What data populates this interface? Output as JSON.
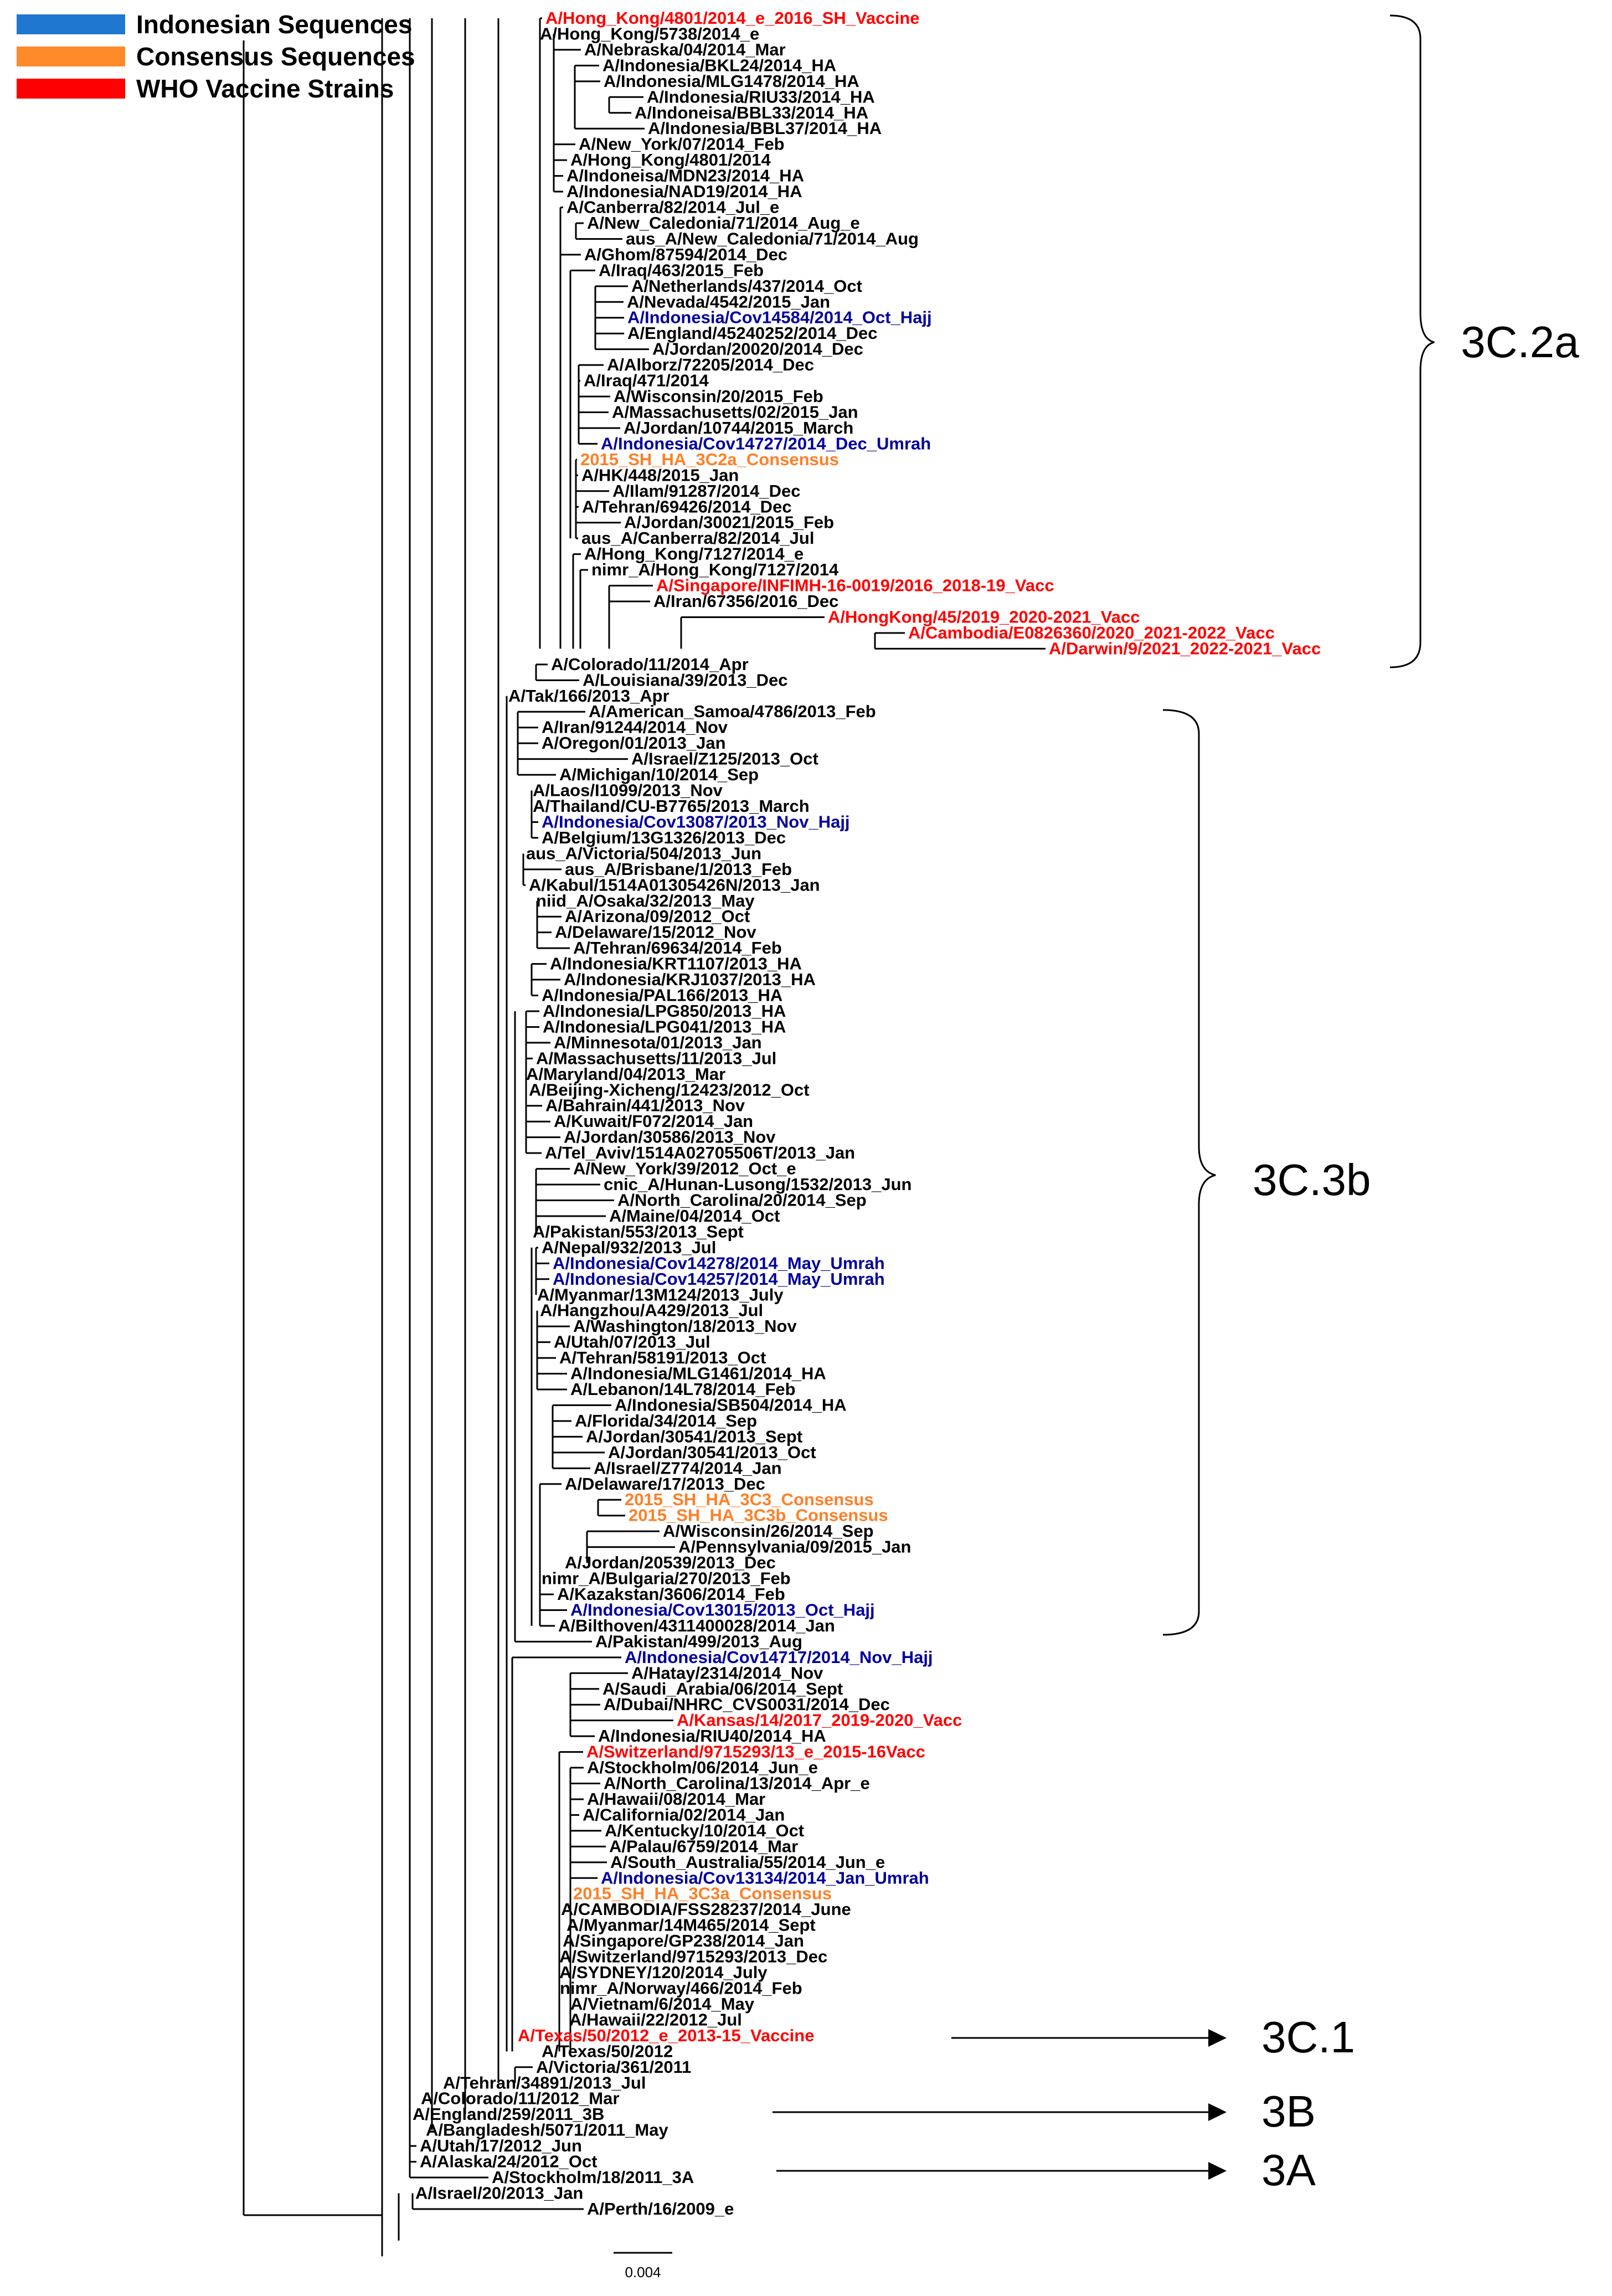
{
  "legend": [
    {
      "label": "Indonesian Sequences",
      "color": "#1f77d0"
    },
    {
      "label": "Consensus Sequences",
      "color": "#ff8a2a"
    },
    {
      "label": "WHO Vaccine Strains",
      "color": "#ff0000"
    }
  ],
  "label_colors": {
    "b": "#000000",
    "i": "#00009c",
    "c": "#ff7f27",
    "v": "#ff0000"
  },
  "clades": [
    {
      "label": "3C.2a",
      "marker": "brace"
    },
    {
      "label": "3C.3b",
      "marker": "brace"
    },
    {
      "label": "3C.1",
      "marker": "arrow"
    },
    {
      "label": "3B",
      "marker": "arrow"
    },
    {
      "label": "3A",
      "marker": "arrow"
    }
  ],
  "scale_bar": {
    "label": "0.004"
  },
  "taxa": [
    {
      "name": "A/Hong_Kong/4801/2014_e_2016_SH_Vaccine",
      "cat": "v"
    },
    {
      "name": "A/Hong_Kong/5738/2014_e",
      "cat": "b"
    },
    {
      "name": "A/Nebraska/04/2014_Mar",
      "cat": "b"
    },
    {
      "name": "A/Indonesia/BKL24/2014_HA",
      "cat": "b"
    },
    {
      "name": "A/Indonesia/MLG1478/2014_HA",
      "cat": "b"
    },
    {
      "name": "A/Indonesia/RIU33/2014_HA",
      "cat": "b"
    },
    {
      "name": "A/Indoneisa/BBL33/2014_HA",
      "cat": "b"
    },
    {
      "name": "A/Indonesia/BBL37/2014_HA",
      "cat": "b"
    },
    {
      "name": "A/New_York/07/2014_Feb",
      "cat": "b"
    },
    {
      "name": "A/Hong_Kong/4801/2014",
      "cat": "b"
    },
    {
      "name": "A/Indoneisa/MDN23/2014_HA",
      "cat": "b"
    },
    {
      "name": "A/Indonesia/NAD19/2014_HA",
      "cat": "b"
    },
    {
      "name": "A/Canberra/82/2014_Jul_e",
      "cat": "b"
    },
    {
      "name": "A/New_Caledonia/71/2014_Aug_e",
      "cat": "b"
    },
    {
      "name": "aus_A/New_Caledonia/71/2014_Aug",
      "cat": "b"
    },
    {
      "name": "A/Ghom/87594/2014_Dec",
      "cat": "b"
    },
    {
      "name": "A/Iraq/463/2015_Feb",
      "cat": "b"
    },
    {
      "name": "A/Netherlands/437/2014_Oct",
      "cat": "b"
    },
    {
      "name": "A/Nevada/4542/2015_Jan",
      "cat": "b"
    },
    {
      "name": "A/Indonesia/Cov14584/2014_Oct_Hajj",
      "cat": "i"
    },
    {
      "name": "A/England/45240252/2014_Dec",
      "cat": "b"
    },
    {
      "name": "A/Jordan/20020/2014_Dec",
      "cat": "b"
    },
    {
      "name": "A/Alborz/72205/2014_Dec",
      "cat": "b"
    },
    {
      "name": "A/Iraq/471/2014",
      "cat": "b"
    },
    {
      "name": "A/Wisconsin/20/2015_Feb",
      "cat": "b"
    },
    {
      "name": "A/Massachusetts/02/2015_Jan",
      "cat": "b"
    },
    {
      "name": "A/Jordan/10744/2015_March",
      "cat": "b"
    },
    {
      "name": "A/Indonesia/Cov14727/2014_Dec_Umrah",
      "cat": "i"
    },
    {
      "name": "2015_SH_HA_3C2a_Consensus",
      "cat": "c"
    },
    {
      "name": "A/HK/448/2015_Jan",
      "cat": "b"
    },
    {
      "name": "A/Ilam/91287/2014_Dec",
      "cat": "b"
    },
    {
      "name": "A/Tehran/69426/2014_Dec",
      "cat": "b"
    },
    {
      "name": "A/Jordan/30021/2015_Feb",
      "cat": "b"
    },
    {
      "name": "aus_A/Canberra/82/2014_Jul",
      "cat": "b"
    },
    {
      "name": "A/Hong_Kong/7127/2014_e",
      "cat": "b"
    },
    {
      "name": "nimr_A/Hong_Kong/7127/2014",
      "cat": "b"
    },
    {
      "name": "A/Singapore/INFIMH-16-0019/2016_2018-19_Vacc",
      "cat": "v"
    },
    {
      "name": "A/Iran/67356/2016_Dec",
      "cat": "b"
    },
    {
      "name": "A/HongKong/45/2019_2020-2021_Vacc",
      "cat": "v"
    },
    {
      "name": "A/Cambodia/E0826360/2020_2021-2022_Vacc",
      "cat": "v"
    },
    {
      "name": "A/Darwin/9/2021_2022-2021_Vacc",
      "cat": "v"
    },
    {
      "name": "A/Colorado/11/2014_Apr",
      "cat": "b"
    },
    {
      "name": "A/Louisiana/39/2013_Dec",
      "cat": "b"
    },
    {
      "name": "A/Tak/166/2013_Apr",
      "cat": "b"
    },
    {
      "name": "A/American_Samoa/4786/2013_Feb",
      "cat": "b"
    },
    {
      "name": "A/Iran/91244/2014_Nov",
      "cat": "b"
    },
    {
      "name": "A/Oregon/01/2013_Jan",
      "cat": "b"
    },
    {
      "name": "A/Israel/Z125/2013_Oct",
      "cat": "b"
    },
    {
      "name": "A/Michigan/10/2014_Sep",
      "cat": "b"
    },
    {
      "name": "A/Laos/I1099/2013_Nov",
      "cat": "b"
    },
    {
      "name": "A/Thailand/CU-B7765/2013_March",
      "cat": "b"
    },
    {
      "name": "A/Indonesia/Cov13087/2013_Nov_Hajj",
      "cat": "i"
    },
    {
      "name": "A/Belgium/13G1326/2013_Dec",
      "cat": "b"
    },
    {
      "name": "aus_A/Victoria/504/2013_Jun",
      "cat": "b"
    },
    {
      "name": "aus_A/Brisbane/1/2013_Feb",
      "cat": "b"
    },
    {
      "name": "A/Kabul/1514A01305426N/2013_Jan",
      "cat": "b"
    },
    {
      "name": "niid_A/Osaka/32/2013_May",
      "cat": "b"
    },
    {
      "name": "A/Arizona/09/2012_Oct",
      "cat": "b"
    },
    {
      "name": "A/Delaware/15/2012_Nov",
      "cat": "b"
    },
    {
      "name": "A/Tehran/69634/2014_Feb",
      "cat": "b"
    },
    {
      "name": "A/Indonesia/KRT1107/2013_HA",
      "cat": "b"
    },
    {
      "name": "A/Indonesia/KRJ1037/2013_HA",
      "cat": "b"
    },
    {
      "name": "A/Indonesia/PAL166/2013_HA",
      "cat": "b"
    },
    {
      "name": "A/Indonesia/LPG850/2013_HA",
      "cat": "b"
    },
    {
      "name": "A/Indonesia/LPG041/2013_HA",
      "cat": "b"
    },
    {
      "name": "A/Minnesota/01/2013_Jan",
      "cat": "b"
    },
    {
      "name": "A/Massachusetts/11/2013_Jul",
      "cat": "b"
    },
    {
      "name": "A/Maryland/04/2013_Mar",
      "cat": "b"
    },
    {
      "name": "A/Beijing-Xicheng/12423/2012_Oct",
      "cat": "b"
    },
    {
      "name": "A/Bahrain/441/2013_Nov",
      "cat": "b"
    },
    {
      "name": "A/Kuwait/F072/2014_Jan",
      "cat": "b"
    },
    {
      "name": "A/Jordan/30586/2013_Nov",
      "cat": "b"
    },
    {
      "name": "A/Tel_Aviv/1514A02705506T/2013_Jan",
      "cat": "b"
    },
    {
      "name": "A/New_York/39/2012_Oct_e",
      "cat": "b"
    },
    {
      "name": "cnic_A/Hunan-Lusong/1532/2013_Jun",
      "cat": "b"
    },
    {
      "name": "A/North_Carolina/20/2014_Sep",
      "cat": "b"
    },
    {
      "name": "A/Maine/04/2014_Oct",
      "cat": "b"
    },
    {
      "name": "A/Pakistan/553/2013_Sept",
      "cat": "b"
    },
    {
      "name": "A/Nepal/932/2013_Jul",
      "cat": "b"
    },
    {
      "name": "A/Indonesia/Cov14278/2014_May_Umrah",
      "cat": "i"
    },
    {
      "name": "A/Indonesia/Cov14257/2014_May_Umrah",
      "cat": "i"
    },
    {
      "name": "A/Myanmar/13M124/2013_July",
      "cat": "b"
    },
    {
      "name": "A/Hangzhou/A429/2013_Jul",
      "cat": "b"
    },
    {
      "name": "A/Washington/18/2013_Nov",
      "cat": "b"
    },
    {
      "name": "A/Utah/07/2013_Jul",
      "cat": "b"
    },
    {
      "name": "A/Tehran/58191/2013_Oct",
      "cat": "b"
    },
    {
      "name": "A/Indonesia/MLG1461/2014_HA",
      "cat": "b"
    },
    {
      "name": "A/Lebanon/14L78/2014_Feb",
      "cat": "b"
    },
    {
      "name": "A/Indonesia/SB504/2014_HA",
      "cat": "b"
    },
    {
      "name": "A/Florida/34/2014_Sep",
      "cat": "b"
    },
    {
      "name": "A/Jordan/30541/2013_Sept",
      "cat": "b"
    },
    {
      "name": "A/Jordan/30541/2013_Oct",
      "cat": "b"
    },
    {
      "name": "A/Israel/Z774/2014_Jan",
      "cat": "b"
    },
    {
      "name": "A/Delaware/17/2013_Dec",
      "cat": "b"
    },
    {
      "name": "2015_SH_HA_3C3_Consensus",
      "cat": "c"
    },
    {
      "name": "2015_SH_HA_3C3b_Consensus",
      "cat": "c"
    },
    {
      "name": "A/Wisconsin/26/2014_Sep",
      "cat": "b"
    },
    {
      "name": "A/Pennsylvania/09/2015_Jan",
      "cat": "b"
    },
    {
      "name": "A/Jordan/20539/2013_Dec",
      "cat": "b"
    },
    {
      "name": "nimr_A/Bulgaria/270/2013_Feb",
      "cat": "b"
    },
    {
      "name": "A/Kazakstan/3606/2014_Feb",
      "cat": "b"
    },
    {
      "name": "A/Indonesia/Cov13015/2013_Oct_Hajj",
      "cat": "i"
    },
    {
      "name": "A/Bilthoven/4311400028/2014_Jan",
      "cat": "b"
    },
    {
      "name": "A/Pakistan/499/2013_Aug",
      "cat": "b"
    },
    {
      "name": "A/Indonesia/Cov14717/2014_Nov_Hajj",
      "cat": "i"
    },
    {
      "name": "A/Hatay/2314/2014_Nov",
      "cat": "b"
    },
    {
      "name": "A/Saudi_Arabia/06/2014_Sept",
      "cat": "b"
    },
    {
      "name": "A/Dubai/NHRC_CVS0031/2014_Dec",
      "cat": "b"
    },
    {
      "name": "A/Kansas/14/2017_2019-2020_Vacc",
      "cat": "v"
    },
    {
      "name": "A/Indonesia/RIU40/2014_HA",
      "cat": "b"
    },
    {
      "name": "A/Switzerland/9715293/13_e_2015-16Vacc",
      "cat": "v"
    },
    {
      "name": "A/Stockholm/06/2014_Jun_e",
      "cat": "b"
    },
    {
      "name": "A/North_Carolina/13/2014_Apr_e",
      "cat": "b"
    },
    {
      "name": "A/Hawaii/08/2014_Mar",
      "cat": "b"
    },
    {
      "name": "A/California/02/2014_Jan",
      "cat": "b"
    },
    {
      "name": "A/Kentucky/10/2014_Oct",
      "cat": "b"
    },
    {
      "name": "A/Palau/6759/2014_Mar",
      "cat": "b"
    },
    {
      "name": "A/South_Australia/55/2014_Jun_e",
      "cat": "b"
    },
    {
      "name": "A/Indonesia/Cov13134/2014_Jan_Umrah",
      "cat": "i"
    },
    {
      "name": "2015_SH_HA_3C3a_Consensus",
      "cat": "c"
    },
    {
      "name": "A/CAMBODIA/FSS28237/2014_June",
      "cat": "b"
    },
    {
      "name": "A/Myanmar/14M465/2014_Sept",
      "cat": "b"
    },
    {
      "name": "A/Singapore/GP238/2014_Jan",
      "cat": "b"
    },
    {
      "name": "A/Switzerland/9715293/2013_Dec",
      "cat": "b"
    },
    {
      "name": "A/SYDNEY/120/2014_July",
      "cat": "b"
    },
    {
      "name": "nimr_A/Norway/466/2014_Feb",
      "cat": "b"
    },
    {
      "name": "A/Vietnam/6/2014_May",
      "cat": "b"
    },
    {
      "name": "A/Hawaii/22/2012_Jul",
      "cat": "b"
    },
    {
      "name": "A/Texas/50/2012_e_2013-15_Vaccine",
      "cat": "v"
    },
    {
      "name": "A/Texas/50/2012",
      "cat": "b"
    },
    {
      "name": "A/Victoria/361/2011",
      "cat": "b"
    },
    {
      "name": "A/Tehran/34891/2013_Jul",
      "cat": "b"
    },
    {
      "name": "A/Colorado/11/2012_Mar",
      "cat": "b"
    },
    {
      "name": "A/England/259/2011_3B",
      "cat": "b"
    },
    {
      "name": "A/Bangladesh/5071/2011_May",
      "cat": "b"
    },
    {
      "name": "A/Utah/17/2012_Jun",
      "cat": "b"
    },
    {
      "name": "A/Alaska/24/2012_Oct",
      "cat": "b"
    },
    {
      "name": "A/Stockholm/18/2011_3A",
      "cat": "b"
    },
    {
      "name": "A/Israel/20/2013_Jan",
      "cat": "b"
    },
    {
      "name": "A/Perth/16/2009_e",
      "cat": "b"
    }
  ]
}
